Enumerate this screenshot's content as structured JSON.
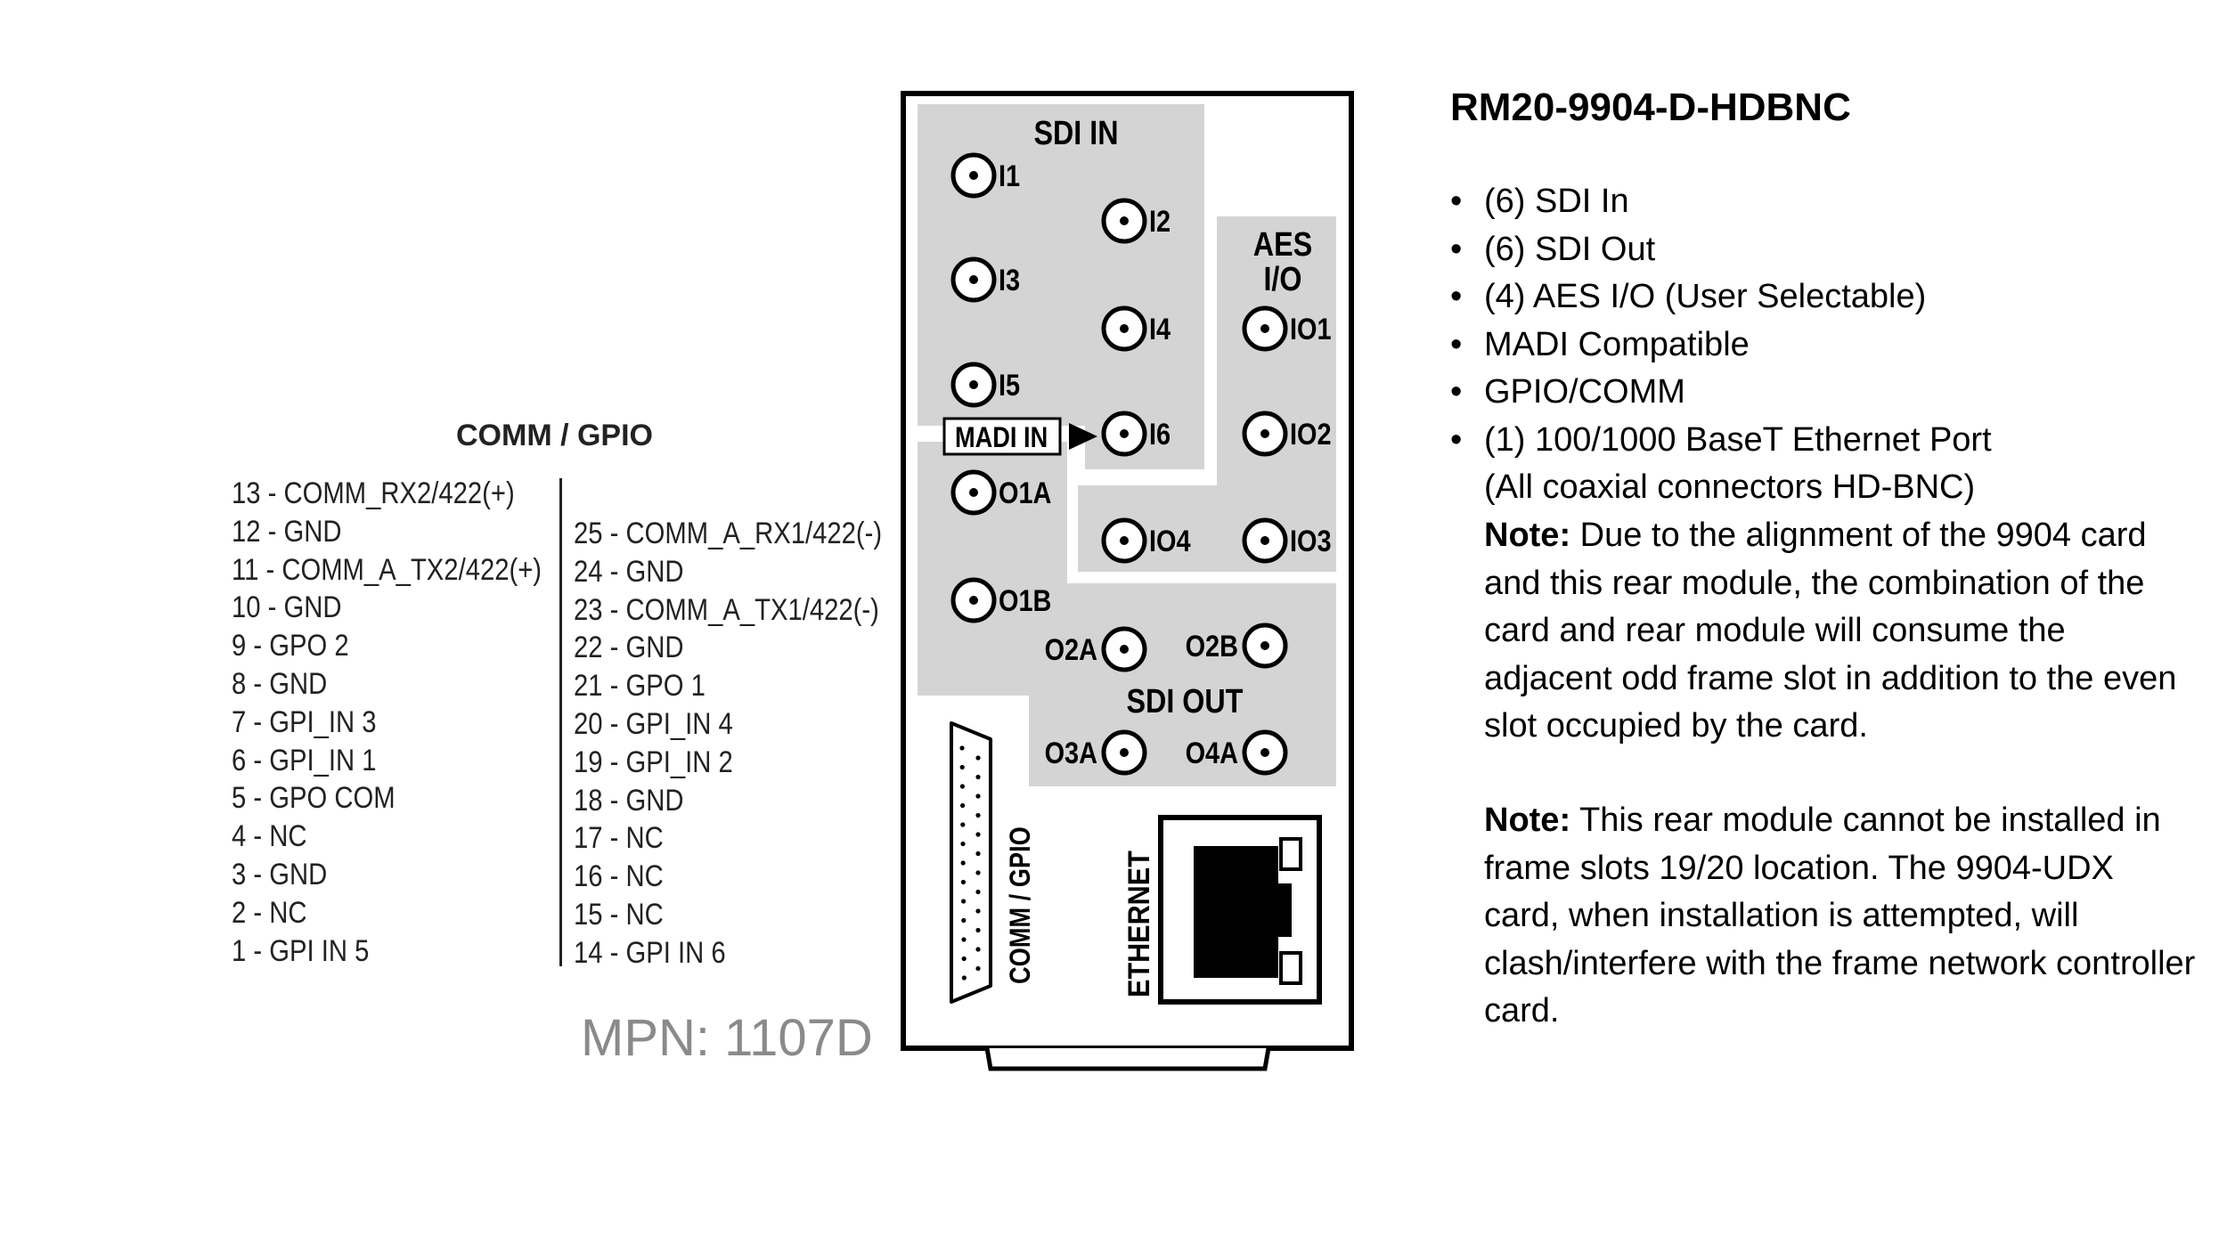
{
  "pinout": {
    "title": "COMM / GPIO",
    "left_pins": [
      "13 - COMM_RX2/422(+)",
      "12 - GND",
      "11 - COMM_A_TX2/422(+)",
      "10 - GND",
      "9 - GPO 2",
      "8 - GND",
      "7 - GPI_IN 3",
      "6 - GPI_IN 1",
      "5 - GPO COM",
      "4 - NC",
      "3 - GND",
      "2 - NC",
      "1 - GPI IN 5"
    ],
    "right_pins": [
      "25 - COMM_A_RX1/422(-)",
      "24 - GND",
      "23 - COMM_A_TX1/422(-)",
      "22 - GND",
      "21 - GPO 1",
      "20 - GPI_IN 4",
      "19 - GPI_IN 2",
      "18 - GND",
      "17 - NC",
      "16 - NC",
      "15 - NC",
      "14 - GPI IN 6"
    ]
  },
  "mpn": "MPN: 1107D",
  "module": {
    "sdi_in_label": "SDI IN",
    "aes_label_1": "AES",
    "aes_label_2": "I/O",
    "madi_label": "MADI IN",
    "sdi_out_label": "SDI OUT",
    "comm_gpio_label": "COMM / GPIO",
    "ethernet_label": "ETHERNET",
    "connectors": {
      "i1": "I1",
      "i2": "I2",
      "i3": "I3",
      "i4": "I4",
      "i5": "I5",
      "i6": "I6",
      "io1": "IO1",
      "io2": "IO2",
      "io3": "IO3",
      "io4": "IO4",
      "o1a": "O1A",
      "o1b": "O1B",
      "o2a": "O2A",
      "o2b": "O2B",
      "o3a": "O3A",
      "o4a": "O4A"
    },
    "colors": {
      "panel_fill": "#d4d4d4",
      "outline": "#000000"
    }
  },
  "product": {
    "title": "RM20-9904-D-HDBNC",
    "features": [
      "(6) SDI In",
      "(6) SDI Out",
      "(4) AES I/O (User Selectable)",
      "MADI Compatible",
      "GPIO/COMM",
      "(1) 100/1000 BaseT Ethernet Port"
    ],
    "coax_note": "(All coaxial connectors HD-BNC)",
    "note1_label": "Note:",
    "note1_text": " Due to the alignment of the 9904 card and this rear module, the combination of the card and rear module will consume the adjacent odd frame slot in addition to the even slot occupied by the card.",
    "note2_label": "Note:",
    "note2_text": " This rear module cannot be installed in frame slots 19/20 location. The 9904-UDX card, when installation is attempted, will clash/interfere with the frame network controller card."
  }
}
